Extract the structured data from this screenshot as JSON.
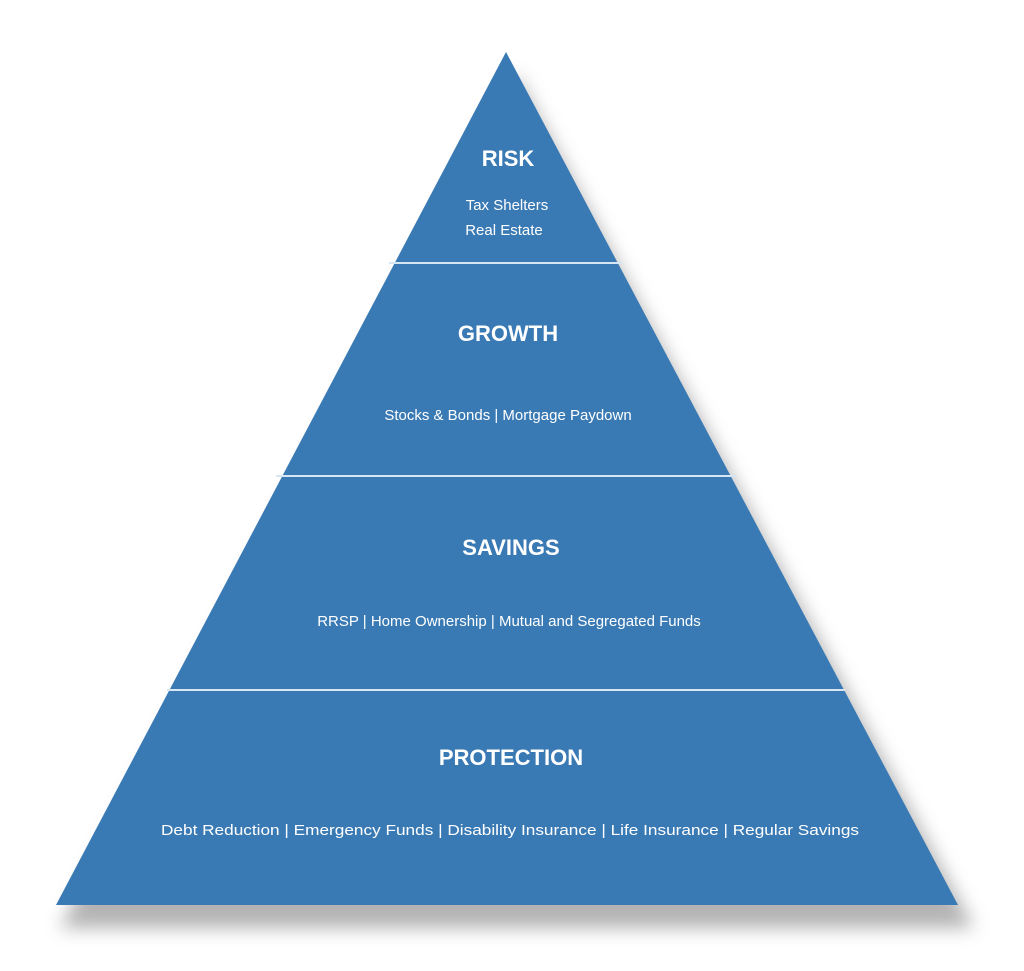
{
  "diagram": {
    "colors": {
      "fill": "#3a7ab4",
      "divider": "#d6e6f3",
      "shadow": "#9a9a9a",
      "text": "#ffffff"
    },
    "tiers": [
      {
        "title": "RISK",
        "lines": [
          "Tax Shelters",
          "Real Estate"
        ]
      },
      {
        "title": "GROWTH",
        "lines": [
          "Stocks & Bonds | Mortgage Paydown"
        ]
      },
      {
        "title": "SAVINGS",
        "lines": [
          "RRSP | Home Ownership | Mutual and Segregated Funds"
        ]
      },
      {
        "title": "PROTECTION",
        "lines": [
          "Debt Reduction | Emergency Funds | Disability Insurance | Life Insurance | Regular Savings"
        ]
      }
    ]
  }
}
